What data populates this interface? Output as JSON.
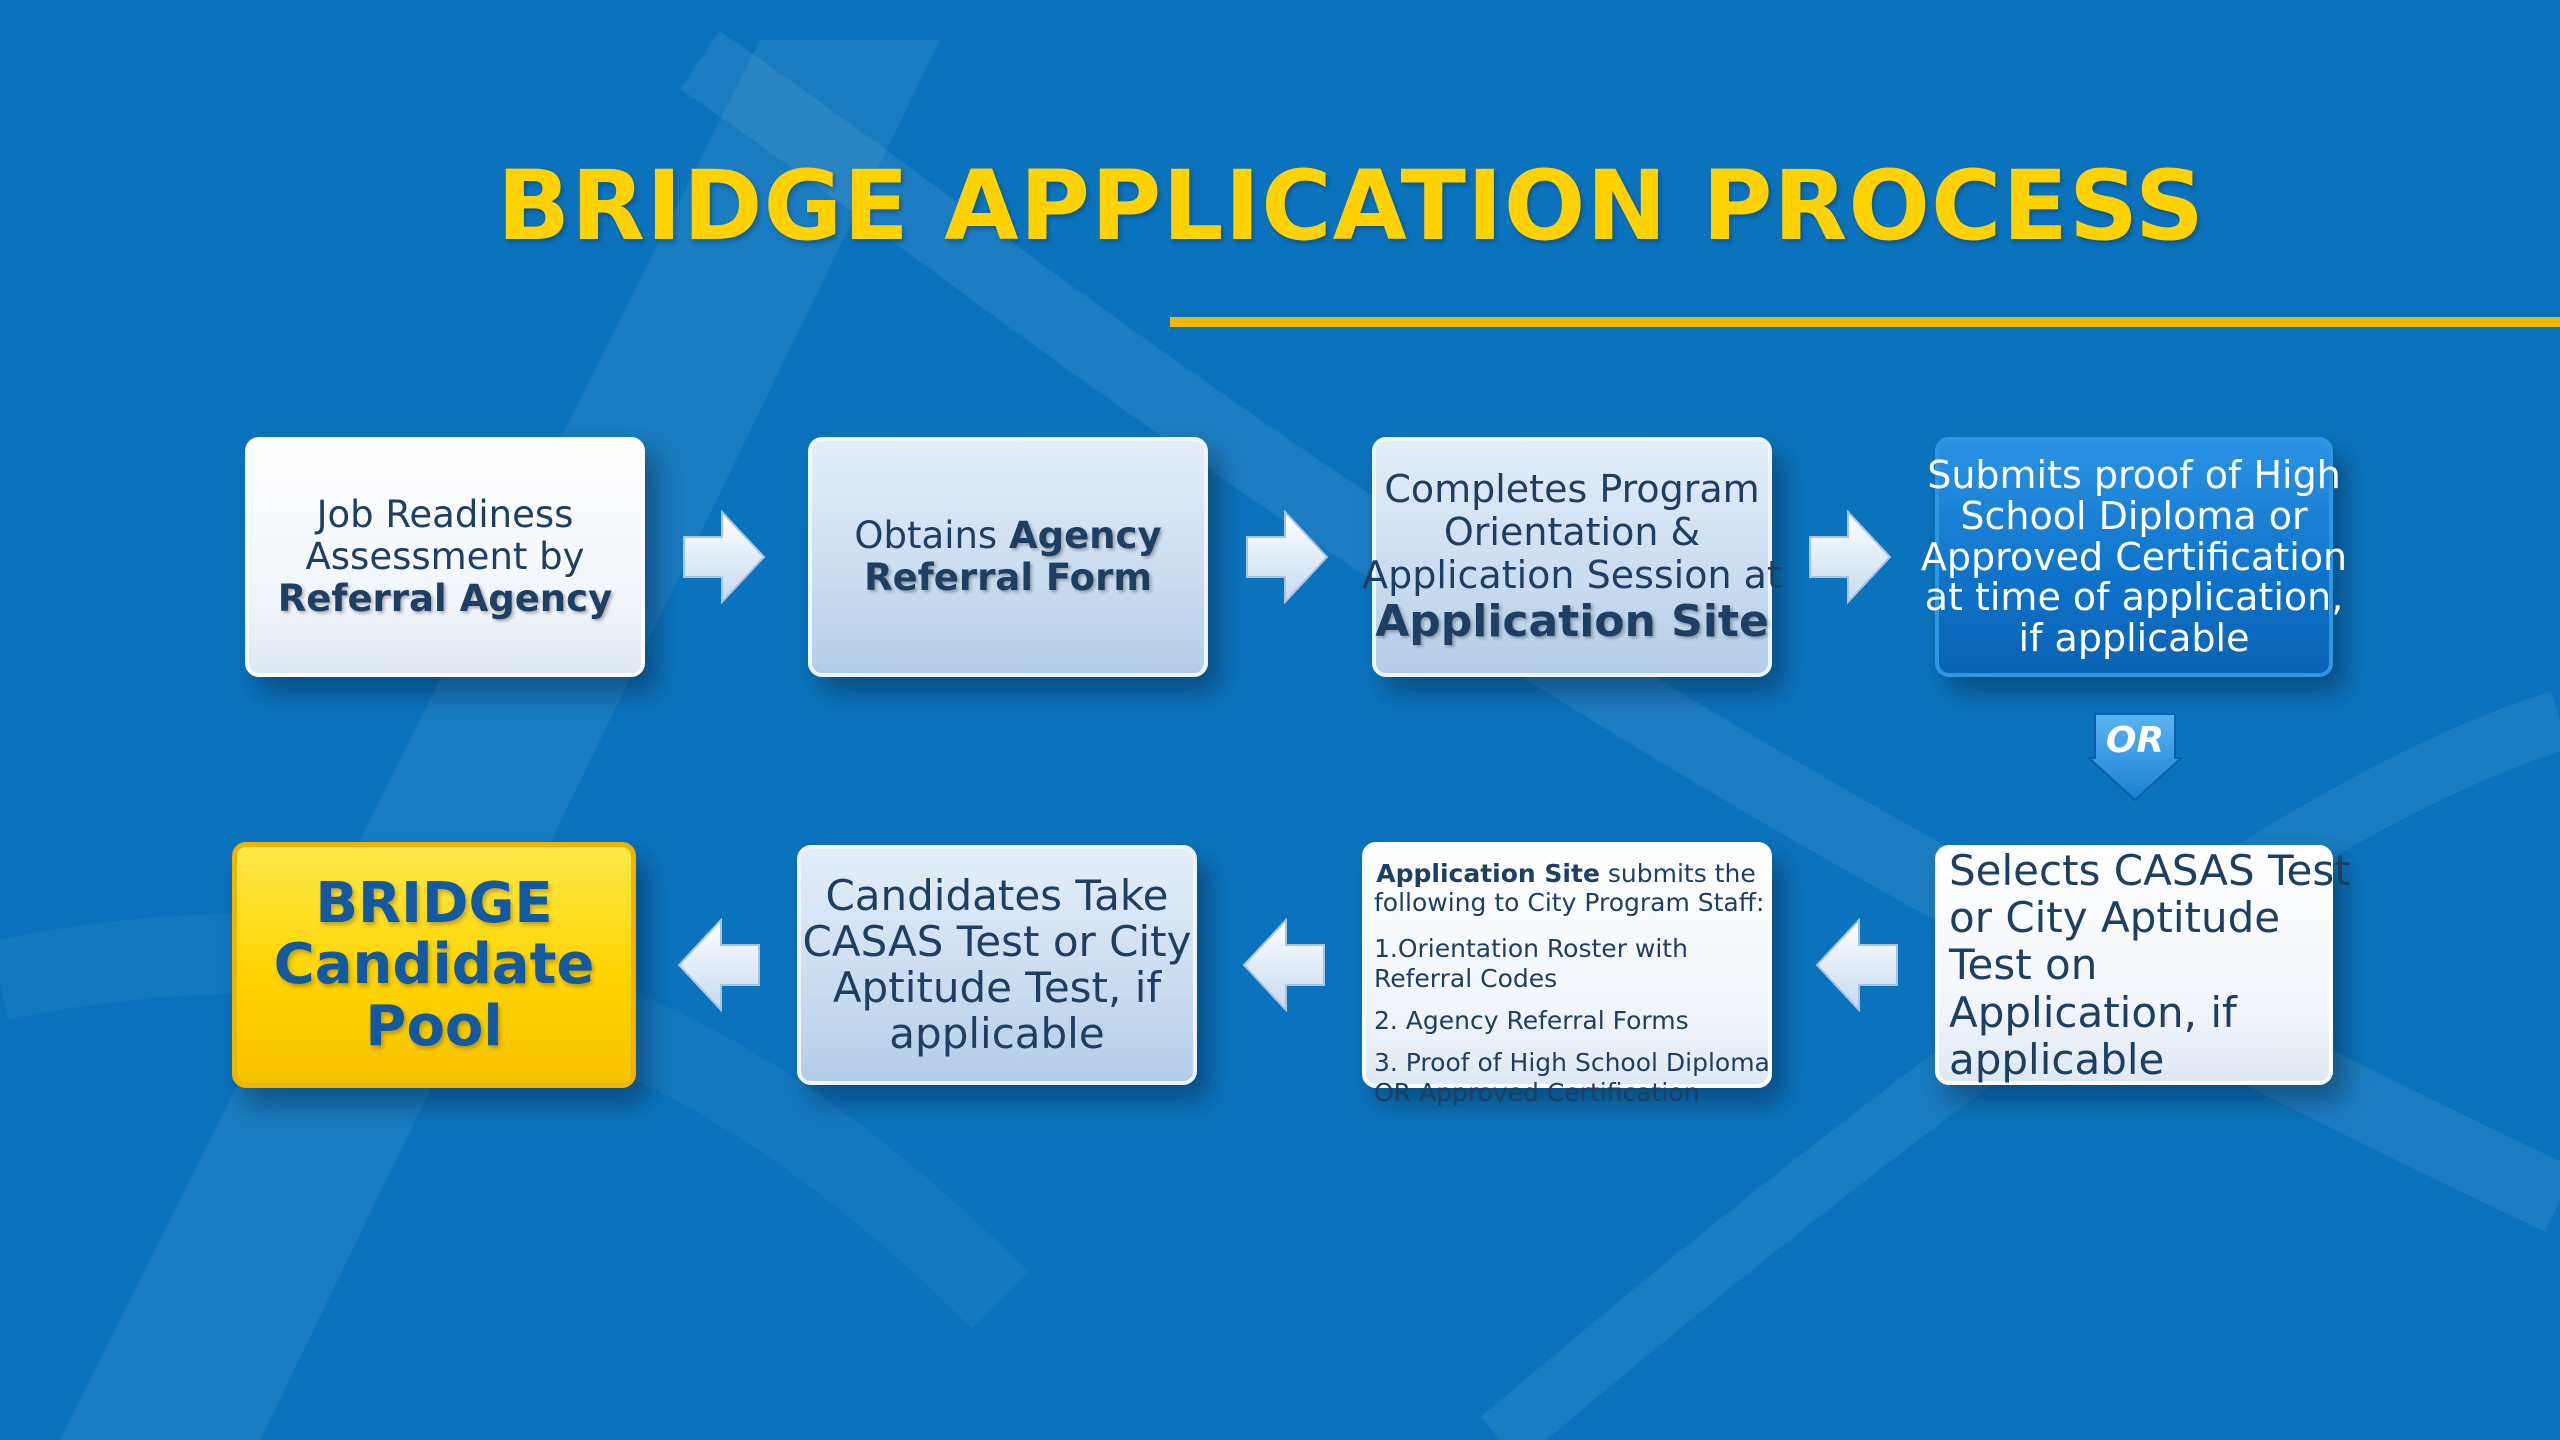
{
  "title": "BRIDGE APPLICATION PROCESS",
  "colors": {
    "background": "#0b73bd",
    "title": "#ffd200",
    "accent_rule": "#f2b705",
    "box_text": "#1d3f63",
    "candidate_pool_fill": "#ffd400",
    "candidate_pool_text": "#12599f"
  },
  "steps": {
    "step1": {
      "line1": "Job Readiness",
      "line2": "Assessment by",
      "bold": "Referral Agency"
    },
    "step2": {
      "pre": "Obtains ",
      "bold1": "Agency",
      "bold2": "Referral Form"
    },
    "step3": {
      "line1": "Completes Program",
      "line2": "Orientation &",
      "line3": "Application Session at",
      "bold": "Application Site"
    },
    "step4": {
      "line1": "Submits proof of High",
      "line2": "School Diploma or",
      "line3": "Approved Certification",
      "line4": "at time of application,",
      "line5": "if applicable"
    },
    "or_label": "OR",
    "step5": {
      "line1": "Selects CASAS Test",
      "line2": "or City Aptitude",
      "line3": "Test on",
      "line4": "Application, if",
      "line5": "applicable"
    },
    "step6": {
      "head_bold": "Application Site",
      "head_rest": " submits the",
      "head_line2": "following to City Program Staff:",
      "item1_line1": "1.Orientation Roster with",
      "item1_line2": "Referral Codes",
      "item2": "2. Agency Referral Forms",
      "item3_line1": "3. Proof of High School Diploma",
      "item3_line2": "OR Approved Certification"
    },
    "step7": {
      "line1": "Candidates Take",
      "line2": "CASAS Test or City",
      "line3": "Aptitude Test, if",
      "line4": "applicable"
    },
    "step8": {
      "line1": "BRIDGE",
      "line2": "Candidate",
      "line3": "Pool"
    }
  },
  "icons": {
    "flow_arrow": "arrow-icon",
    "or_arrow": "down-arrow-icon"
  }
}
